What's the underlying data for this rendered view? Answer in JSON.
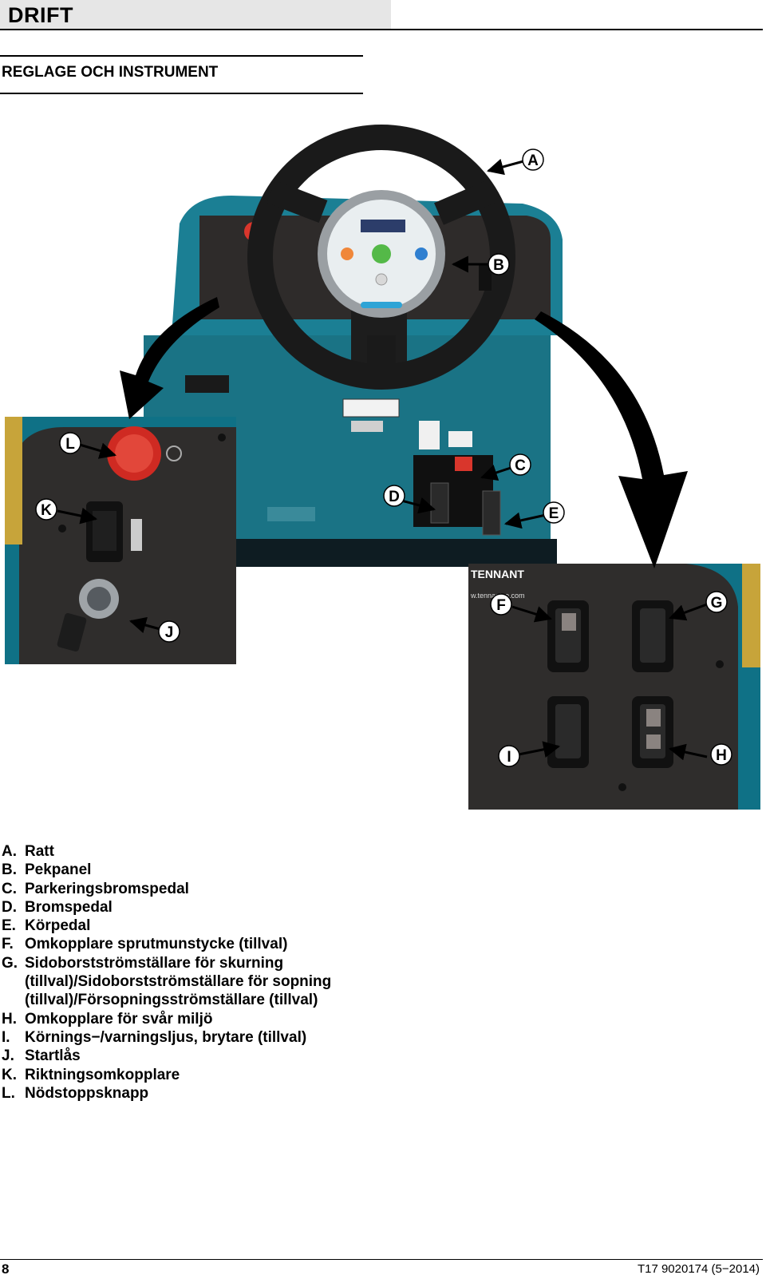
{
  "header": {
    "title": "DRIFT"
  },
  "section": {
    "title": "REGLAGE OCH INSTRUMENT"
  },
  "figure": {
    "callouts": [
      "A",
      "B",
      "C",
      "D",
      "E",
      "F",
      "G",
      "H",
      "I",
      "J",
      "K",
      "L"
    ],
    "panel_texts": {
      "brand": "TENNANT",
      "url": "w.tennantco.com"
    }
  },
  "legend": [
    {
      "letter": "A.",
      "text": "Ratt"
    },
    {
      "letter": "B.",
      "text": "Pekpanel"
    },
    {
      "letter": "C.",
      "text": "Parkeringsbromspedal"
    },
    {
      "letter": "D.",
      "text": "Bromspedal"
    },
    {
      "letter": "E.",
      "text": "Körpedal"
    },
    {
      "letter": "F.",
      "text": "Omkopplare sprutmunstycke (tillval)"
    },
    {
      "letter": "G.",
      "text": "Sidoborstströmställare för skurning (tillval)/Sidoborstströmställare för sopning (tillval)/Försopningsströmställare (tillval)"
    },
    {
      "letter": "H.",
      "text": "Omkopplare för svår miljö"
    },
    {
      "letter": "I.",
      "text": "Körnings−/varningsljus, brytare (tillval)"
    },
    {
      "letter": "J.",
      "text": "Startlås"
    },
    {
      "letter": "K.",
      "text": "Riktningsomkopplare"
    },
    {
      "letter": "L.",
      "text": "Nödstoppsknapp"
    }
  ],
  "footer": {
    "page": "8",
    "doc": "T17 9020174 (5−2014)"
  }
}
